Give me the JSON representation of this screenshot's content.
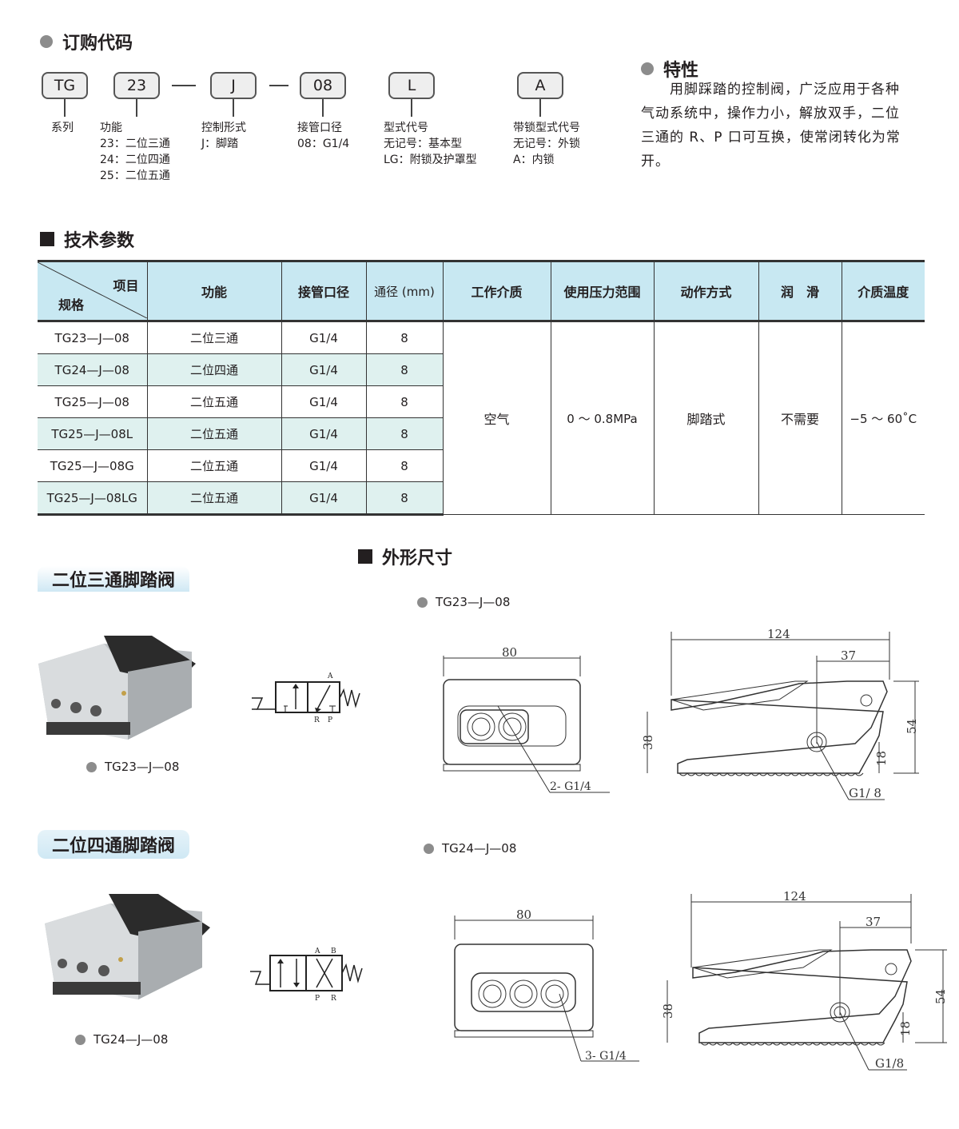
{
  "order": {
    "title": "订购代码",
    "codes": [
      "TG",
      "23",
      "J",
      "08",
      "L",
      "A"
    ],
    "labels": {
      "series": "系列",
      "function": [
        "功能",
        "23：二位三通",
        "24：二位四通",
        "25：二位五通"
      ],
      "control": [
        "控制形式",
        "J：脚踏"
      ],
      "port": [
        "接管口径",
        "08：G1/4"
      ],
      "type": [
        "型式代号",
        "无记号：基本型",
        "LG：附锁及护罩型"
      ],
      "lock": [
        "带锁型式代号",
        "无记号：外锁",
        "A：内锁"
      ]
    }
  },
  "features": {
    "title": "特性",
    "lines": [
      "用脚踩踏的控制阀，广泛应用于各种",
      "气动系统中，操作力小，解放双手，二位",
      "三通的 R、P 口可互换，使常闭转化为常",
      "开。"
    ]
  },
  "tech": {
    "title": "技术参数",
    "corner_top": "项目",
    "corner_bottom": "规格",
    "headers": [
      "功能",
      "接管口径",
      "通径 (mm)",
      "工作介质",
      "使用压力范围",
      "动作方式",
      "润　滑",
      "介质温度"
    ],
    "rows": [
      [
        "TG23—J—08",
        "二位三通",
        "G1/4",
        "8"
      ],
      [
        "TG24—J—08",
        "二位四通",
        "G1/4",
        "8"
      ],
      [
        "TG25—J—08",
        "二位五通",
        "G1/4",
        "8"
      ],
      [
        "TG25—J—08L",
        "二位五通",
        "G1/4",
        "8"
      ],
      [
        "TG25—J—08G",
        "二位五通",
        "G1/4",
        "8"
      ],
      [
        "TG25—J—08LG",
        "二位五通",
        "G1/4",
        "8"
      ]
    ],
    "shared": [
      "空气",
      "0 ～ 0.8MPa",
      "脚踏式",
      "不需要",
      "−5 ～ 60˚C"
    ]
  },
  "dims": {
    "title": "外形尺寸",
    "section1": {
      "ribbon": "二位三通脚踏阀",
      "model": "TG23—J—08",
      "photo_caption": "TG23—J—08",
      "symbol_ports": [
        "A",
        "R",
        "P"
      ],
      "front": {
        "width": "80",
        "ports": "2- G1/4"
      },
      "side": {
        "length": "124",
        "offset": "37",
        "height": "54",
        "base": "38",
        "axis": "18",
        "port": "G1/ 8"
      }
    },
    "section2": {
      "ribbon": "二位四通脚踏阀",
      "model": "TG24—J—08",
      "photo_caption": "TG24—J—08",
      "symbol_ports": [
        "A",
        "B",
        "P",
        "R"
      ],
      "front": {
        "width": "80",
        "ports": "3- G1/4"
      },
      "side": {
        "length": "124",
        "offset": "37",
        "height": "54",
        "base": "38",
        "axis": "18",
        "port": "G1/8"
      }
    }
  }
}
